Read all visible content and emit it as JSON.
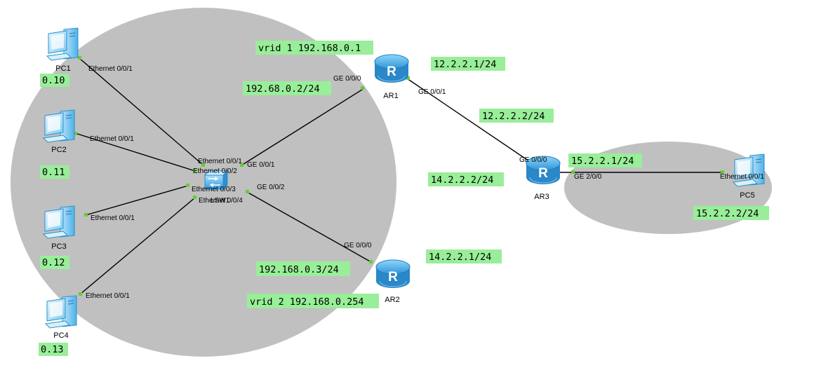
{
  "colors": {
    "zone": "#c0c0c0",
    "note_bg": "#99ee99",
    "port_dot": "#66cc33",
    "link": "#000000",
    "device_blue": "#3aa9e6"
  },
  "devices": {
    "pc1": {
      "name": "PC1",
      "icon": "pc-icon"
    },
    "pc2": {
      "name": "PC2",
      "icon": "pc-icon"
    },
    "pc3": {
      "name": "PC3",
      "icon": "pc-icon"
    },
    "pc4": {
      "name": "PC4",
      "icon": "pc-icon"
    },
    "pc5": {
      "name": "PC5",
      "icon": "pc-icon"
    },
    "lsw1": {
      "name": "LSW1",
      "icon": "switch-icon"
    },
    "ar1": {
      "name": "AR1",
      "icon": "router-icon"
    },
    "ar2": {
      "name": "AR2",
      "icon": "router-icon"
    },
    "ar3": {
      "name": "AR3",
      "icon": "router-icon"
    }
  },
  "links": {
    "pc1_lsw1": {
      "a_port": "Ethernet 0/0/1",
      "b_port": "Ethernet 0/0/1"
    },
    "pc2_lsw1": {
      "a_port": "Ethernet 0/0/1",
      "b_port": "Ethernet 0/0/2"
    },
    "pc3_lsw1": {
      "a_port": "Ethernet 0/0/1",
      "b_port": "Ethernet 0/0/3"
    },
    "pc4_lsw1": {
      "a_port": "Ethernet 0/0/1",
      "b_port": "Ethernet 0/0/4"
    },
    "lsw1_ar1": {
      "a_port": "GE 0/0/1",
      "b_port": "GE 0/0/0"
    },
    "lsw1_ar2": {
      "a_port": "GE 0/0/2",
      "b_port": "GE 0/0/0"
    },
    "ar1_ar3": {
      "a_port": "GE 0/0/1",
      "b_port": "GE 0/0/0"
    },
    "ar3_pc5": {
      "a_port": "GE 2/0/0",
      "b_port": "Ethernet 0/0/1"
    }
  },
  "notes": {
    "pc1_ip": "0.10",
    "pc2_ip": "0.11",
    "pc3_ip": "0.12",
    "pc4_ip": "0.13",
    "vrid1": "vrid 1 192.168.0.1",
    "ar1_lan": "192.68.0.2/24",
    "ar1_wan": "12.2.2.1/24",
    "ar3_to_ar1": "12.2.2.2/24",
    "ar3_to_ar2": "14.2.2.2/24",
    "ar3_lan": "15.2.2.1/24",
    "pc5_ip": "15.2.2.2/24",
    "ar2_wan": "14.2.2.1/24",
    "ar2_lan": "192.168.0.3/24",
    "vrid2": "vrid 2 192.168.0.254"
  }
}
